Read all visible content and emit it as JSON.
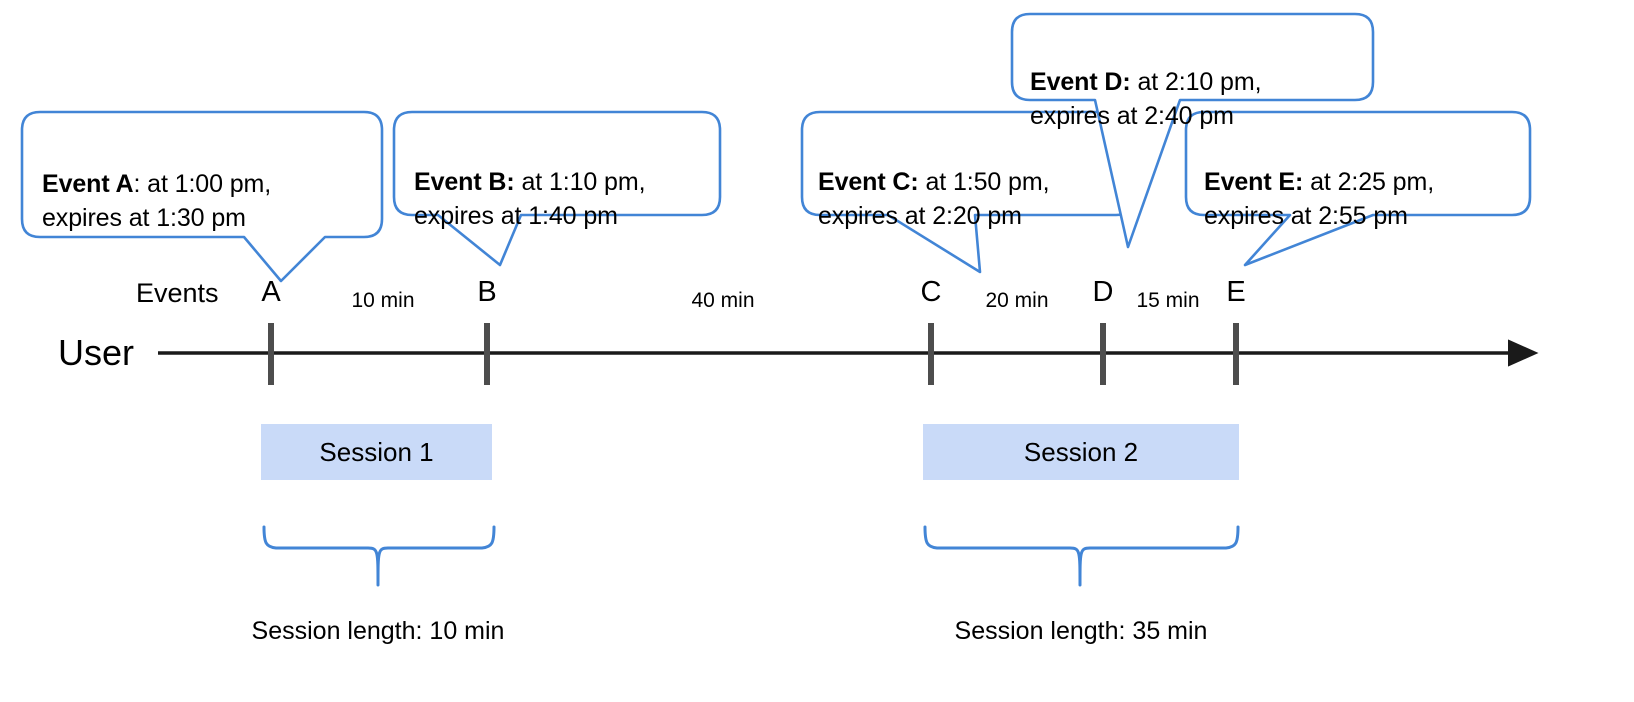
{
  "diagram": {
    "title": "Session timeline with event expiry callouts",
    "colors": {
      "callout_border": "#4285d6",
      "session_fill": "#c9daf8",
      "brace": "#4285d6",
      "axis": "#1a1a1a",
      "tick": "#4d4d4d",
      "text": "#000000"
    },
    "axis": {
      "row_label": "User",
      "events_label": "Events"
    },
    "events": [
      {
        "letter": "A",
        "name": "Event A",
        "separator": ":",
        "detail": " at 1:00 pm,\nexpires at 1:30 pm",
        "start": "1:00 pm",
        "expires": "1:30 pm"
      },
      {
        "letter": "B",
        "name": "Event B:",
        "separator": "",
        "detail": " at 1:10 pm,\nexpires at 1:40 pm",
        "start": "1:10 pm",
        "expires": "1:40 pm"
      },
      {
        "letter": "C",
        "name": "Event C:",
        "separator": "",
        "detail": " at 1:50 pm,\nexpires at 2:20 pm",
        "start": "1:50 pm",
        "expires": "2:20 pm"
      },
      {
        "letter": "D",
        "name": "Event D:",
        "separator": "",
        "detail": " at 2:10 pm,\nexpires at 2:40 pm",
        "start": "2:10 pm",
        "expires": "2:40 pm"
      },
      {
        "letter": "E",
        "name": "Event E:",
        "separator": "",
        "detail": " at 2:25 pm,\nexpires at 2:55 pm",
        "start": "2:25 pm",
        "expires": "2:55 pm"
      }
    ],
    "gaps": [
      {
        "label": "10 min",
        "from": "A",
        "to": "B"
      },
      {
        "label": "40 min",
        "from": "B",
        "to": "C"
      },
      {
        "label": "20 min",
        "from": "C",
        "to": "D"
      },
      {
        "label": "15 min",
        "from": "D",
        "to": "E"
      }
    ],
    "sessions": [
      {
        "label": "Session 1",
        "length_label": "Session length: 10 min",
        "length_minutes": 10
      },
      {
        "label": "Session 2",
        "length_label": "Session length: 35 min",
        "length_minutes": 35
      }
    ]
  }
}
